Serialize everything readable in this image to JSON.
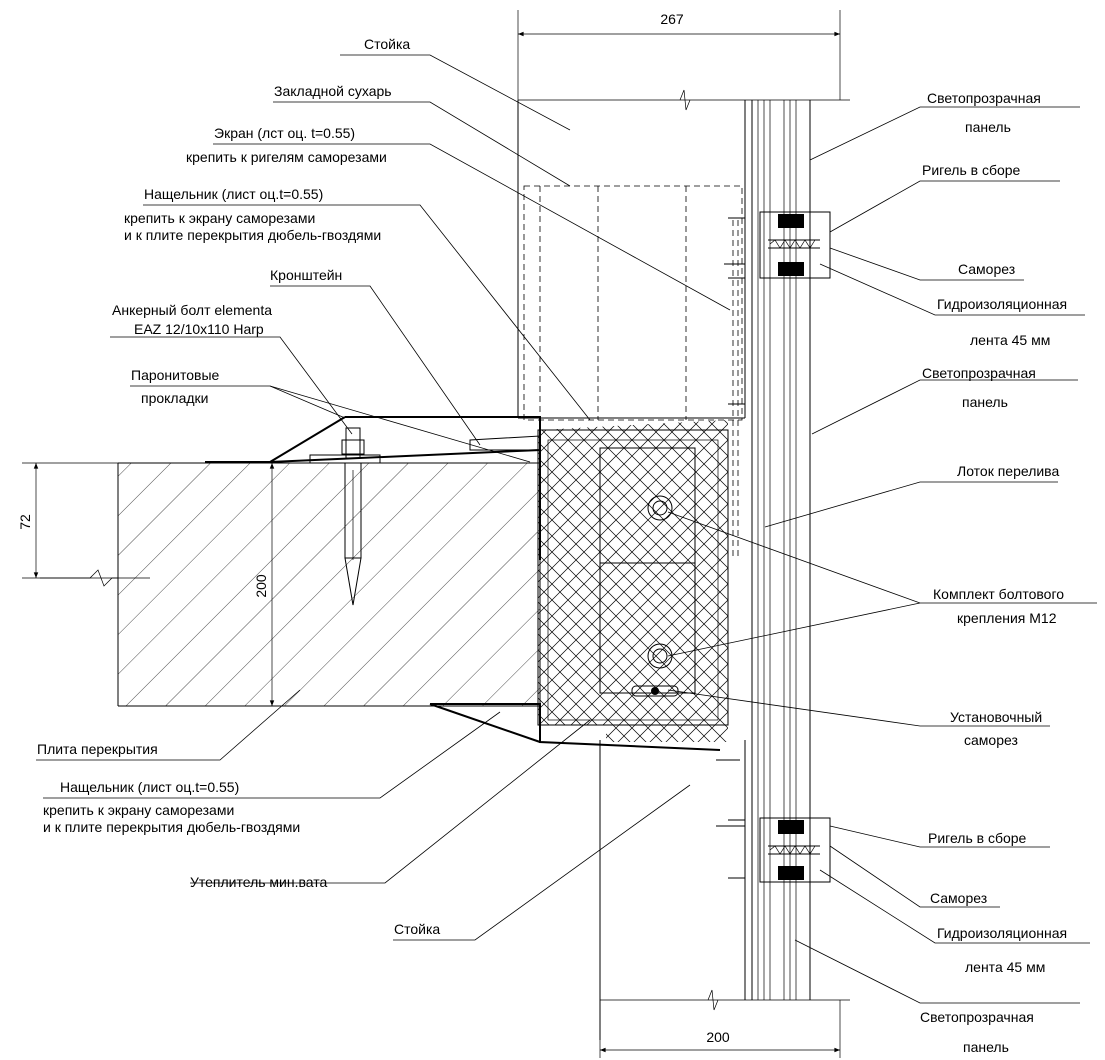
{
  "dimensions": {
    "top_width": "267",
    "bottom_width": "200",
    "left_small": "72",
    "slab_height": "200"
  },
  "labels": {
    "stoyka_top": "Стойка",
    "zakladnoy": "Закладной сухарь",
    "ekran_1": "Экран (лст оц. t=0.55)",
    "ekran_2": "крепить к ригелям саморезами",
    "nasch_top_1": "Нащельник (лист оц.t=0.55)",
    "nasch_top_2": "крепить к экрану саморезами",
    "nasch_top_3": "и к плите перекрытия дюбель-гвоздями",
    "kronshteyn": "Кронштейн",
    "ankernyi_1": "Анкерный болт elementa",
    "ankernyi_2": "EAZ 12/10x110 Harp",
    "paronit_1": "Паронитовые",
    "paronit_2": "прокладки",
    "plita": "Плита перекрытия",
    "nasch_bot_1": "Нащельник (лист оц.t=0.55)",
    "nasch_bot_2": "крепить к экрану саморезами",
    "nasch_bot_3": "и к плите перекрытия дюбель-гвоздями",
    "uteplitel": "Утеплитель мин.вата",
    "stoyka_bot": "Стойка",
    "svet_1_a": "Светопрозрачная",
    "svet_1_b": "панель",
    "rigel_1": "Ригель в сборе",
    "samorez_1": "Саморез",
    "gidro_1_a": "Гидроизоляционная",
    "gidro_1_b": "лента 45 мм",
    "svet_2_a": "Светопрозрачная",
    "svet_2_b": "панель",
    "lotok": "Лоток перелива",
    "komplekt_a": "Комплект болтового",
    "komplekt_b": "крепления М12",
    "ustanov_a": "Установочный",
    "ustanov_b": "саморез",
    "rigel_2": "Ригель в сборе",
    "samorez_2": "Саморез",
    "gidro_2_a": "Гидроизоляционная",
    "gidro_2_b": "лента 45 мм",
    "svet_3_a": "Светопрозрачная",
    "svet_3_b": "панель"
  }
}
